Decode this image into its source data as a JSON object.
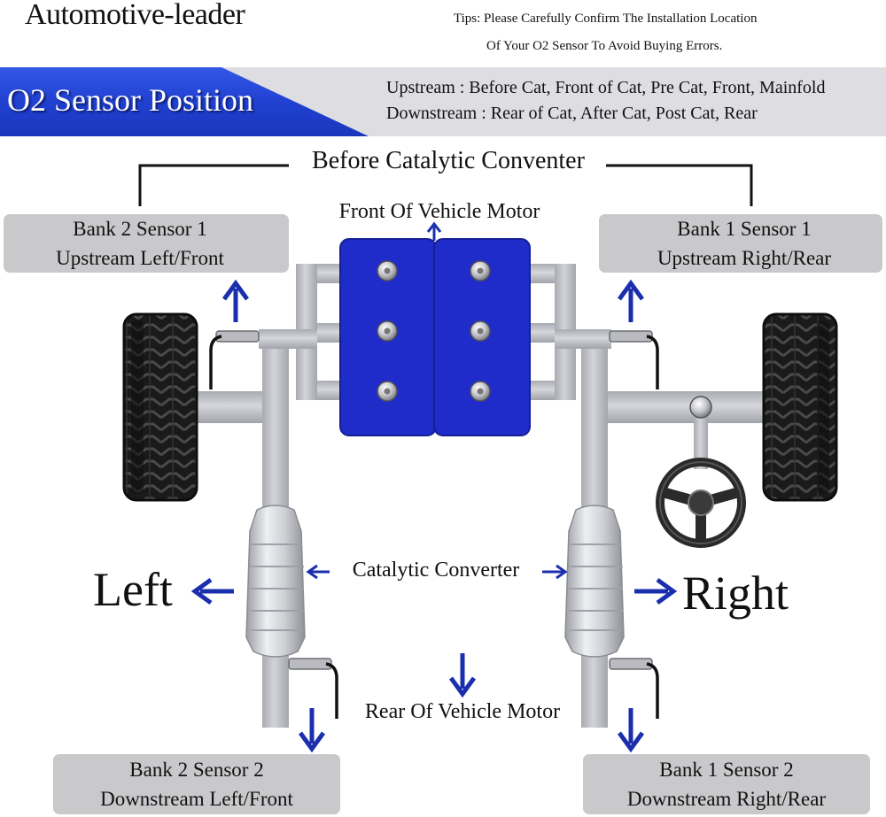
{
  "header": {
    "brand": "Automotive-leader",
    "tips_line1": "Tips: Please Carefully Confirm The Installation Location",
    "tips_line2": "Of Your O2 Sensor To Avoid Buying Errors."
  },
  "banner": {
    "title": "O2 Sensor Position",
    "upstream": "Upstream : Before Cat, Front of Cat, Pre Cat, Front, Mainfold",
    "downstream": "Downstream : Rear of Cat, After Cat, Post Cat, Rear"
  },
  "diagram": {
    "before_cat": "Before Catalytic Conventer",
    "front": "Front Of Vehicle Motor",
    "rear": "Rear Of Vehicle Motor",
    "catalytic": "Catalytic Converter",
    "left": "Left",
    "right": "Right",
    "sensors": {
      "b2s1": {
        "line1": "Bank 2 Sensor 1",
        "line2": "Upstream Left/Front"
      },
      "b1s1": {
        "line1": "Bank 1 Sensor 1",
        "line2": "Upstream Right/Rear"
      },
      "b2s2": {
        "line1": "Bank 2 Sensor 2",
        "line2": "Downstream Left/Front"
      },
      "b1s2": {
        "line1": "Bank 1 Sensor 2",
        "line2": "Downstream Right/Rear"
      }
    }
  },
  "colors": {
    "brand_blue": "#1f3fcf",
    "arrow_blue": "#1b2fae",
    "box_gray": "#c9c9cc",
    "pipe_gray": "#c6c7cc"
  }
}
